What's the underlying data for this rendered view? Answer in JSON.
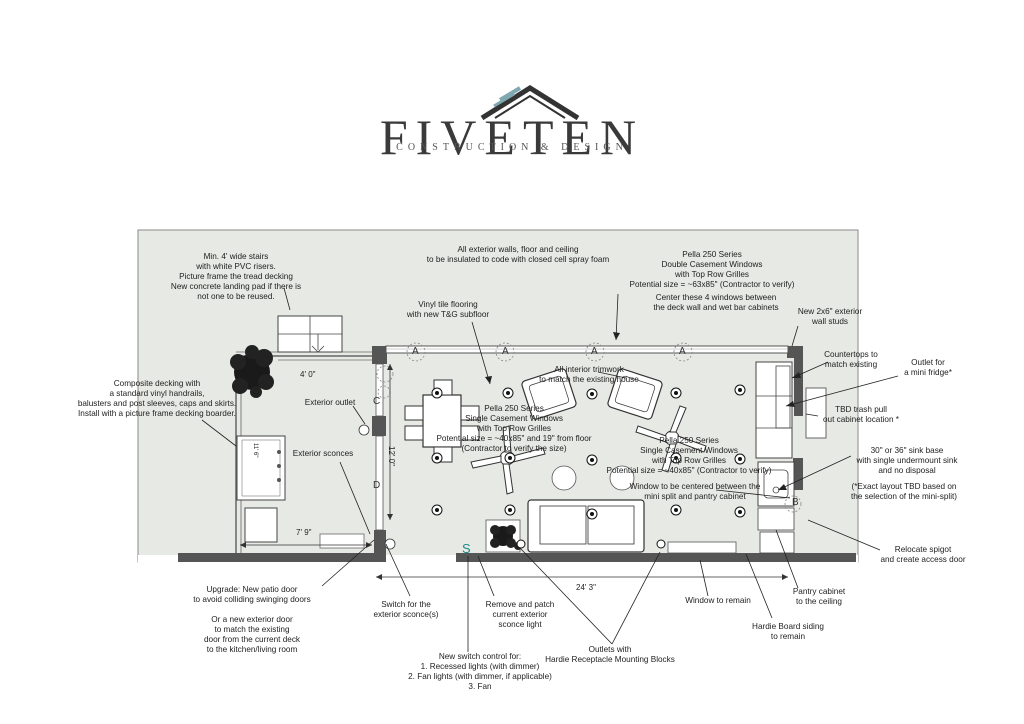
{
  "logo": {
    "name": "FIVETEN",
    "tagline": "CONSTRUCTION & DESIGN"
  },
  "dimensions": {
    "landing": "4' 0\"",
    "deck": "7' 9\"",
    "room_width": "24' 3\"",
    "room_depth": "12' 0\"",
    "grill_text": "11' 6\""
  },
  "window_marks": {
    "a": "A",
    "b": "B",
    "c": "C",
    "d": "D"
  },
  "switch_mark": "S",
  "notes": {
    "stairs": [
      "Min. 4' wide stairs",
      "with white PVC risers.",
      "Picture frame the tread decking",
      "New concrete landing pad if there is",
      "not one to be reused."
    ],
    "insulation": [
      "All exterior walls, floor and ceiling",
      "to be insulated to code with closed cell spray foam"
    ],
    "pella_double": [
      "Pella 250 Series",
      "Double Casement Windows",
      "with Top Row Grilles",
      "Potential size = ~63x85\" (Contractor to verify)"
    ],
    "center_windows": [
      "Center these 4 windows between",
      "the deck wall and wet bar cabinets"
    ],
    "studs": [
      "New 2x6\" exterior",
      "wall studs"
    ],
    "vinyl": [
      "Vinyl tile flooring",
      "with new T&G subfloor"
    ],
    "decking": [
      "Composite decking with",
      "a standard vinyl handrails,",
      "balusters and post sleeves, caps and skirts.",
      "Install with a picture frame decking boarder."
    ],
    "ext_outlet": [
      "Exterior outlet"
    ],
    "ext_sconces": [
      "Exterior sconces"
    ],
    "trimwork": [
      "All interior trimwork",
      "to match the existing house"
    ],
    "pella_single_1": [
      "Pella 250 Series",
      "Single Casement Windows",
      "with Top Row Grilles",
      "Potential size = ~40x85\" and 19\" from floor",
      "(Contractor to verify the size)"
    ],
    "pella_single_2": [
      "Pella 250 Series",
      "Single Casement Windows",
      "with Top Row Grilles",
      "Potential size = ~40x85\" (Contractor to verify)"
    ],
    "centered_window": [
      "Window to be centered between the",
      "mini split and pantry cabinet"
    ],
    "countertops": [
      "Countertops to",
      "match existing"
    ],
    "fridge": [
      "Outlet for",
      "a mini fridge*"
    ],
    "trash": [
      "TBD trash pull",
      "out cabinet location *"
    ],
    "sink": [
      "30\" or 36\" sink base",
      "with single undermount sink",
      "and no disposal"
    ],
    "exact_layout": [
      "(*Exact layout TBD based on",
      "the selection of the mini-split)"
    ],
    "spigot": [
      "Relocate spigot",
      "and create access door"
    ],
    "patio_door": [
      "Upgrade: New patio door",
      "to avoid colliding swinging doors",
      "",
      "Or a new exterior door",
      "to match the existing",
      "door from the current deck",
      "to the kitchen/living room"
    ],
    "switch_sconce": [
      "Switch for the",
      "exterior sconce(s)"
    ],
    "remove_patch": [
      "Remove and patch",
      "current exterior",
      "sconce light"
    ],
    "window_remain": [
      "Window to remain"
    ],
    "pantry": [
      "Pantry cabinet",
      "to the ceiling"
    ],
    "hardie": [
      "Hardie Board siding",
      "to remain"
    ],
    "outlets": [
      "Outlets with",
      "Hardie Receptacle Mounting Blocks"
    ],
    "switch_control": [
      "New switch control for:",
      "1. Recessed lights (with dimmer)",
      "2. Fan lights (with dimmer, if applicable)",
      "3. Fan"
    ]
  }
}
